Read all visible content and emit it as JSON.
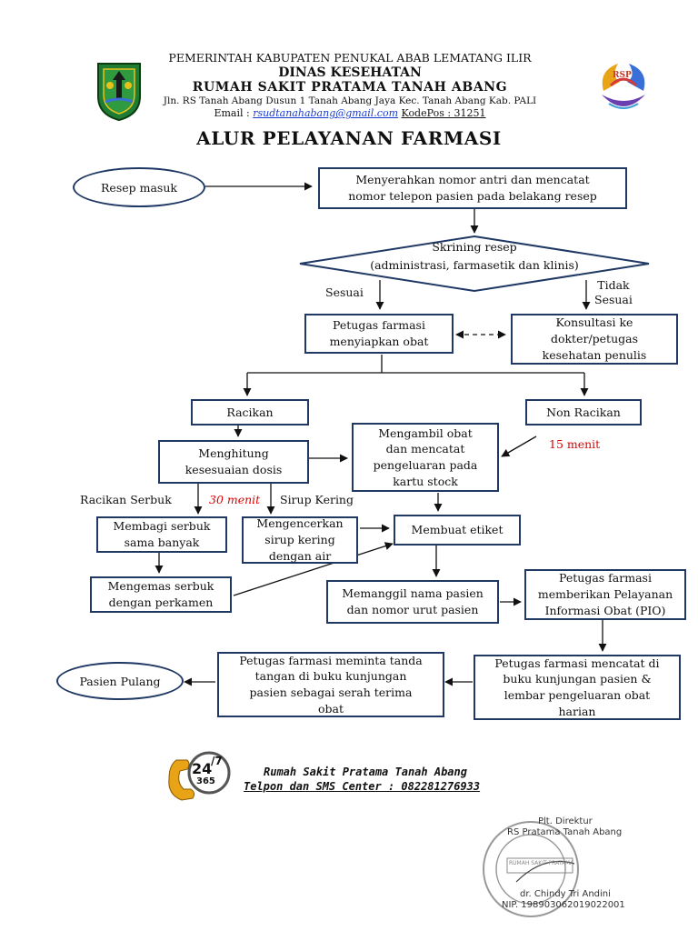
{
  "header": {
    "line1": "PEMERINTAH KABUPATEN PENUKAL ABAB LEMATANG ILIR",
    "line2": "DINAS KESEHATAN",
    "line3": "RUMAH SAKIT PRATAMA TANAH ABANG",
    "address": "Jln. RS Tanah Abang Dusun 1 Tanah Abang Jaya Kec. Tanah Abang Kab. PALI",
    "email_label": "Email :",
    "email": "rsudtanahabang@gmail.com",
    "postcode": "KodePos : 31251",
    "right_logo_text": "RSP"
  },
  "title": "ALUR PELAYANAN FARMASI",
  "flow": {
    "start": "Resep masuk",
    "step1": [
      "Menyerahkan nomor antri dan mencatat",
      "nomor telepon pasien pada belakang resep"
    ],
    "decision": [
      "Skrining resep",
      "(administrasi, farmasetik dan klinis)"
    ],
    "yes_label": "Sesuai",
    "no_label": [
      "Tidak",
      "Sesuai"
    ],
    "prepare": [
      "Petugas farmasi",
      "menyiapkan obat"
    ],
    "consult": [
      "Konsultasi ke",
      "dokter/petugas",
      "kesehatan penulis"
    ],
    "racikan": "Racikan",
    "non_racikan": "Non Racikan",
    "dose": [
      "Menghitung",
      "kesesuaian dosis"
    ],
    "take": [
      "Mengambil obat",
      "dan mencatat",
      "pengeluaran pada",
      "kartu stock"
    ],
    "time_15": "15 menit",
    "racikan_serbuk": "Racikan Serbuk",
    "time_30": "30 menit",
    "sirup_kering": "Sirup Kering",
    "divide": [
      "Membagi serbuk",
      "sama banyak"
    ],
    "dilute": [
      "Mengencerkan",
      "sirup kering",
      "dengan air"
    ],
    "label_make": "Membuat etiket",
    "pack": [
      "Mengemas serbuk",
      "dengan perkamen"
    ],
    "call": [
      "Memanggil nama pasien",
      "dan nomor urut pasien"
    ],
    "pio": [
      "Petugas farmasi",
      "memberikan Pelayanan",
      "Informasi Obat (PIO)"
    ],
    "record": [
      "Petugas farmasi mencatat di",
      "buku kunjungan pasien &",
      "lembar pengeluaran obat",
      "harian"
    ],
    "sign": [
      "Petugas farmasi meminta tanda",
      "tangan di buku kunjungan",
      "pasien sebagai serah terima",
      "obat"
    ],
    "end": "Pasien Pulang"
  },
  "footer": {
    "hospital": "Rumah Sakit Pratama Tanah Abang",
    "phone_line": "Telpon dan SMS Center : 082281276933",
    "badge_24": "24",
    "badge_7": "/7",
    "badge_365": "365"
  },
  "signature": {
    "position": "Plt. Direktur",
    "institution": "RS Pratama Tanah Abang",
    "name": "dr. Chindy Tri Andini",
    "nip": "NIP. 198903062019022001",
    "stamp_text": "RUMAH SAKIT PRATAMA TANAH ABANG"
  },
  "colors": {
    "border": "#1f3864",
    "accent_red": "#e00000",
    "link": "#1a3ccf",
    "gold": "#e8a317"
  }
}
